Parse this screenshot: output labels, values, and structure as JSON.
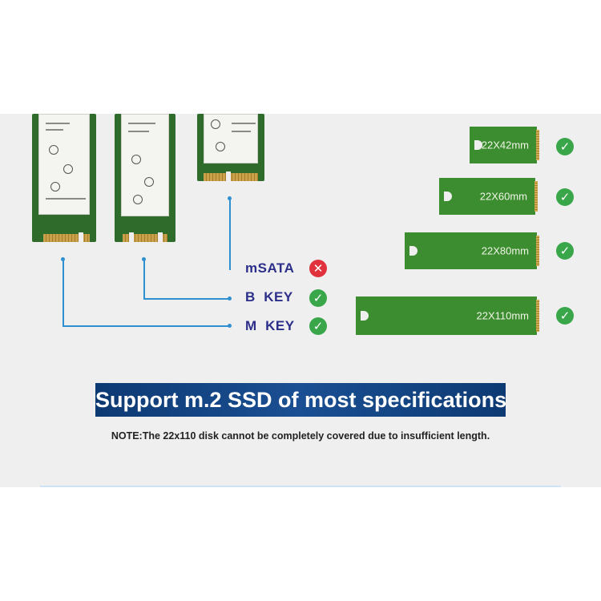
{
  "interfaces": [
    {
      "label": "mSATA",
      "status": "unsupported",
      "icon": "x-icon"
    },
    {
      "label": "B  KEY",
      "status": "supported",
      "icon": "check-icon"
    },
    {
      "label": "M  KEY",
      "status": "supported",
      "icon": "check-icon"
    }
  ],
  "sizes": [
    {
      "label": "22X42mm",
      "supported": true
    },
    {
      "label": "22X60mm",
      "supported": true
    },
    {
      "label": "22X80mm",
      "supported": true
    },
    {
      "label": "22X110mm",
      "supported": true
    }
  ],
  "banner": "Support m.2 SSD of most specifications",
  "note": "NOTE:The 22x110 disk cannot be completely covered due to insufficient length.",
  "colors": {
    "check": "#3aa64a",
    "cross": "#e0313d",
    "connector": "#2e8fd1",
    "banner": "#1a4f93",
    "board": "#3c8d2f",
    "label_text": "#2c2f8a"
  }
}
